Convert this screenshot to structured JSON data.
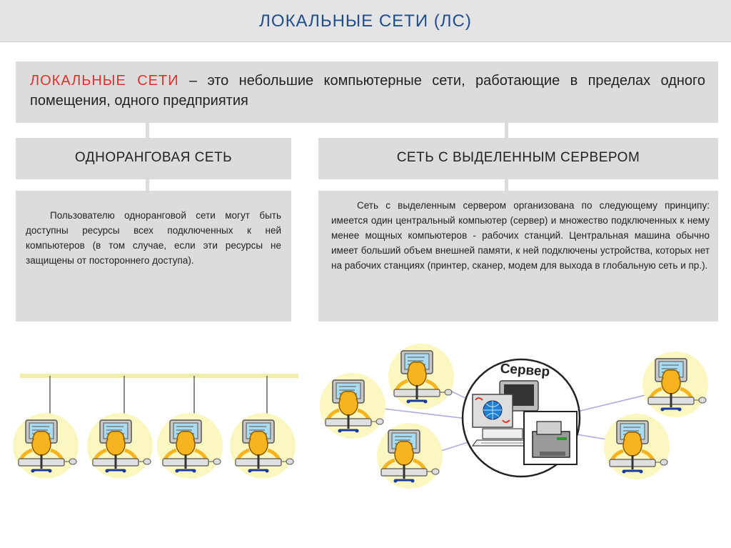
{
  "title": "ЛОКАЛЬНЫЕ  СЕТИ  (ЛС)",
  "definition": {
    "term": "ЛОКАЛЬНЫЕ   СЕТИ",
    "text": " – это небольшие компьютерные сети,  работающие в пределах одного помещения, одного предприятия"
  },
  "peer": {
    "heading": "ОДНОРАНГОВАЯ  СЕТЬ",
    "body": "Пользователю одноранговой сети могут быть доступны ресурсы всех подключенных к ней компьютеров (в том случае, если эти ресурсы не защищены от постороннего доступа)."
  },
  "server": {
    "heading": "СЕТЬ  С  ВЫДЕЛЕННЫМ  СЕРВЕРОМ",
    "body": "Сеть с выделенным сервером организована по следующему принципу: имеется один центральный компьютер (сервер) и множество подключенных к нему менее мощных компьютеров - рабочих станций. Центральная машина обычно имеет больший объем внешней памяти, к ней подключены устройства, которых нет на рабочих станциях (принтер, сканер, модем для выхода в глобальную сеть и пр.).",
    "server_label": "Сервер"
  },
  "colors": {
    "title": "#1f4e8c",
    "term": "#e0302a",
    "panel": "#dcdcdc",
    "band": "#e4e4e4",
    "bus_line": "#f0eeaa",
    "node_bg": "#fbf7c0"
  },
  "icons": {
    "workstation": "person-at-computer-icon",
    "server": "server-computer-icon",
    "printer": "printer-icon"
  }
}
